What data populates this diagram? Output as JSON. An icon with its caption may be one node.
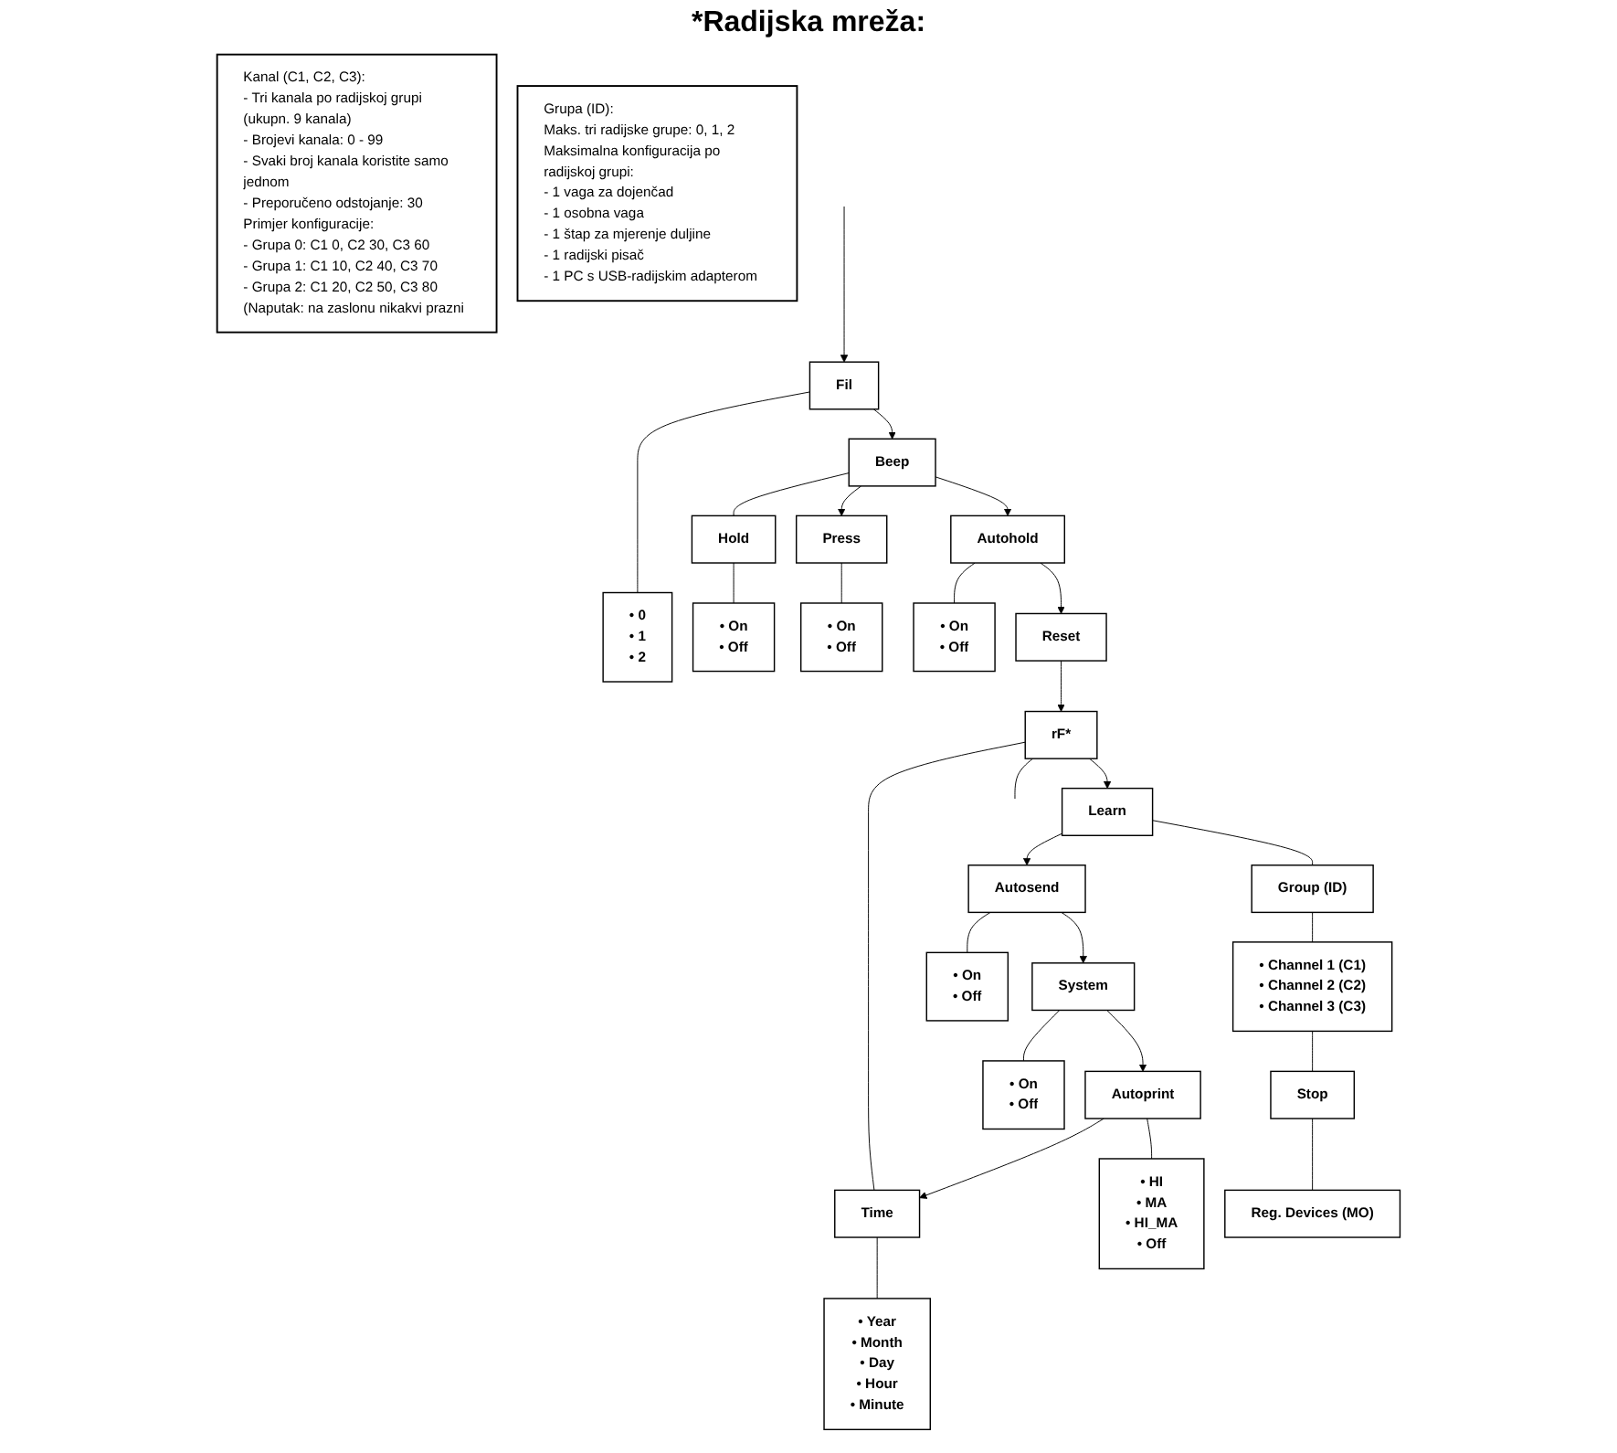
{
  "diagram": {
    "nodes": [
      {
        "text": [
          "rF*"
        ]
      },
      {
        "text": [
          "Learn"
        ]
      },
      {
        "text": [
          "Group (ID)"
        ]
      },
      {
        "text": [
          "• Channel 1 (C1)",
          "• Channel 2 (C2)",
          "• Channel 3 (C3)"
        ]
      },
      {
        "text": [
          "Stop"
        ]
      },
      {
        "text": [
          "Reg. Devices (MO)"
        ]
      },
      {
        "text": [
          "Autosend"
        ]
      },
      {
        "text": [
          "• On",
          "• Off"
        ]
      },
      {
        "text": [
          "System"
        ]
      },
      {
        "text": [
          "• On",
          "• Off"
        ]
      },
      {
        "text": [
          "Autoprint"
        ]
      },
      {
        "text": [
          "• HI",
          "• MA",
          "• HI_MA",
          "• Off"
        ]
      },
      {
        "text": [
          "Time"
        ]
      },
      {
        "text": [
          "• Year",
          "• Month",
          "• Day",
          "• Hour",
          "• Minute"
        ]
      },
      {
        "text": [
          "Reset"
        ]
      },
      {
        "text": [
          "Autohold"
        ]
      },
      {
        "text": [
          "• On",
          "• Off"
        ]
      },
      {
        "text": [
          "Beep"
        ]
      },
      {
        "text": [
          "Press"
        ]
      },
      {
        "text": [
          "• On",
          "• Off"
        ]
      },
      {
        "text": [
          "Hold"
        ]
      },
      {
        "text": [
          "• On",
          "• Off"
        ]
      },
      {
        "text": [
          "Fil"
        ]
      },
      {
        "text": [
          "• 0",
          "• 1",
          "• 2"
        ]
      },
      {
        "text": [
          "Grupa (ID):",
          "Maks. tri radijske grupe: 0, 1, 2",
          "Maksimalna konfiguracija po radijskoj grupi:",
          "- 1 vaga za dojenčad",
          "- 1 osobna vaga",
          "- 1 štap za mjerenje duljine",
          "- 1 radijski pisač",
          "- 1 PC s USB-radijskim adapterom"
        ]
      },
      {
        "text": [
          "Kanal (C1, C2, C3):",
          "- Tri kanala po radijskoj grupi (ukupn. 9 kanala)",
          "- Brojevi kanala: 0 - 99",
          "- Svaki broj kanala koristite samo jednom",
          "- Preporučeno odstojanje: 30",
          "Primjer konfiguracije:",
          "- Grupa 0: C1 0, C2 30, C3 60",
          "- Grupa 1: C1 10, C2 40, C3 70",
          "- Grupa 2: C1 20, C2 50, C3 80",
          "(Naputak: na zaslonu nikakvi prazni"
        ]
      }
    ],
    "edges": [
      {
        "from": 0,
        "to": 1,
        "arrow": "to"
      },
      {
        "from": 0,
        "to": 12,
        "arrow": "none"
      },
      {
        "from": 1,
        "to": 2,
        "arrow": "none"
      },
      {
        "from": 2,
        "to": 3,
        "arrow": "none"
      },
      {
        "from": 3,
        "to": 4,
        "arrow": "none"
      },
      {
        "from": 4,
        "to": 5,
        "arrow": "none"
      },
      {
        "from": 1,
        "to": 6,
        "arrow": "to"
      },
      {
        "from": 6,
        "to": 7,
        "arrow": "none"
      },
      {
        "from": 6,
        "to": 8,
        "arrow": "to"
      },
      {
        "from": 8,
        "to": 9,
        "arrow": "none"
      },
      {
        "from": 8,
        "to": 10,
        "arrow": "to"
      },
      {
        "from": 10,
        "to": 11,
        "arrow": "none"
      },
      {
        "from": 10,
        "to": 12,
        "arrow": "to"
      },
      {
        "from": 12,
        "to": 13,
        "arrow": "none"
      },
      {
        "from": 0,
        "to": null,
        "arrow": "none"
      },
      {
        "from": 14,
        "to": 0,
        "arrow": "to"
      },
      {
        "from": 15,
        "to": 14,
        "arrow": "to"
      },
      {
        "from": 15,
        "to": 16,
        "arrow": "none"
      },
      {
        "from": 17,
        "to": 15,
        "arrow": "to"
      },
      {
        "from": 17,
        "to": 18,
        "arrow": "to"
      },
      {
        "from": 18,
        "to": 19,
        "arrow": "none"
      },
      {
        "from": 17,
        "to": 20,
        "arrow": "none"
      },
      {
        "from": 20,
        "to": 21,
        "arrow": "none"
      },
      {
        "from": 22,
        "to": 17,
        "arrow": "to"
      },
      {
        "from": 22,
        "to": 23,
        "arrow": "none"
      },
      {
        "from": null,
        "to": 22,
        "arrow": "to"
      }
    ],
    "labels": [
      "*Radijska mreža:"
    ]
  }
}
